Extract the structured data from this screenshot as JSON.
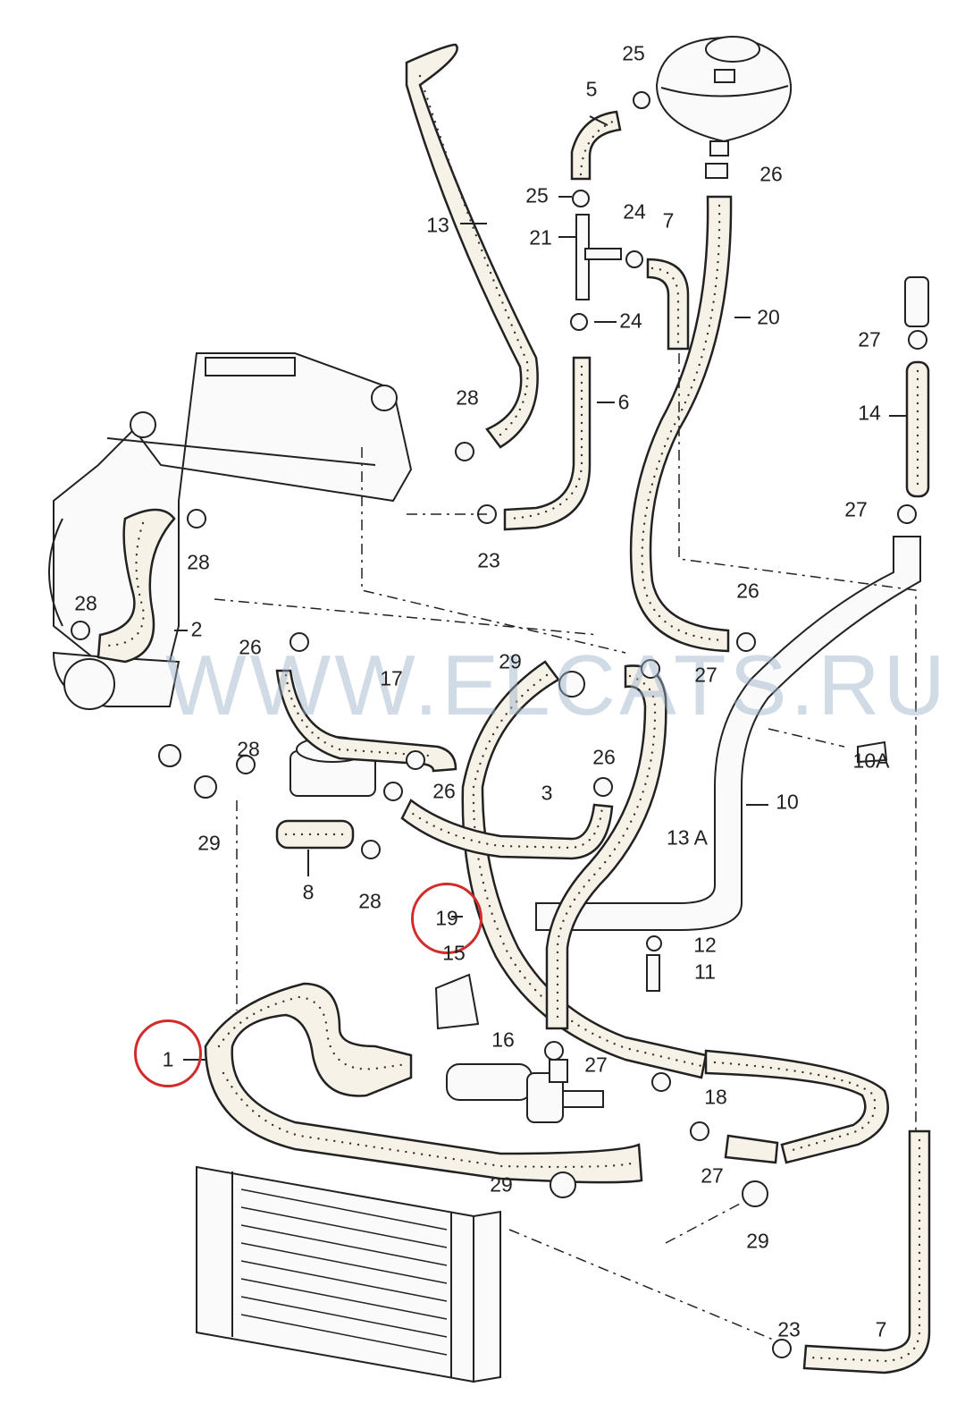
{
  "watermark": "WWW.ELCATS.RU",
  "labels": [
    {
      "id": "1",
      "text": "1",
      "highlighted": true
    },
    {
      "id": "2",
      "text": "2"
    },
    {
      "id": "3",
      "text": "3"
    },
    {
      "id": "5",
      "text": "5"
    },
    {
      "id": "6",
      "text": "6"
    },
    {
      "id": "7a",
      "text": "7"
    },
    {
      "id": "7b",
      "text": "7"
    },
    {
      "id": "8",
      "text": "8"
    },
    {
      "id": "10",
      "text": "10"
    },
    {
      "id": "10A",
      "text": "10A"
    },
    {
      "id": "11",
      "text": "11"
    },
    {
      "id": "12",
      "text": "12"
    },
    {
      "id": "13",
      "text": "13"
    },
    {
      "id": "13A",
      "text": "13 A"
    },
    {
      "id": "14",
      "text": "14"
    },
    {
      "id": "15",
      "text": "15"
    },
    {
      "id": "16",
      "text": "16"
    },
    {
      "id": "17",
      "text": "17"
    },
    {
      "id": "18",
      "text": "18"
    },
    {
      "id": "19",
      "text": "19",
      "highlighted": true
    },
    {
      "id": "20",
      "text": "20"
    },
    {
      "id": "21",
      "text": "21"
    },
    {
      "id": "23a",
      "text": "23"
    },
    {
      "id": "23b",
      "text": "23"
    },
    {
      "id": "24a",
      "text": "24"
    },
    {
      "id": "24b",
      "text": "24"
    },
    {
      "id": "25a",
      "text": "25"
    },
    {
      "id": "25b",
      "text": "25"
    },
    {
      "id": "26a",
      "text": "26"
    },
    {
      "id": "26b",
      "text": "26"
    },
    {
      "id": "26c",
      "text": "26"
    },
    {
      "id": "26d",
      "text": "26"
    },
    {
      "id": "26e",
      "text": "26"
    },
    {
      "id": "27a",
      "text": "27"
    },
    {
      "id": "27b",
      "text": "27"
    },
    {
      "id": "27c",
      "text": "27"
    },
    {
      "id": "27d",
      "text": "27"
    },
    {
      "id": "27e",
      "text": "27"
    },
    {
      "id": "28a",
      "text": "28"
    },
    {
      "id": "28b",
      "text": "28"
    },
    {
      "id": "28c",
      "text": "28"
    },
    {
      "id": "28d",
      "text": "28"
    },
    {
      "id": "28e",
      "text": "28"
    },
    {
      "id": "29a",
      "text": "29"
    },
    {
      "id": "29b",
      "text": "29"
    },
    {
      "id": "29c",
      "text": "29"
    },
    {
      "id": "29d",
      "text": "29"
    }
  ],
  "colors": {
    "highlight": "#d22b2b",
    "ink": "#222222",
    "hose_fill": "#f7f2e8",
    "watermark": "#96afc8"
  }
}
